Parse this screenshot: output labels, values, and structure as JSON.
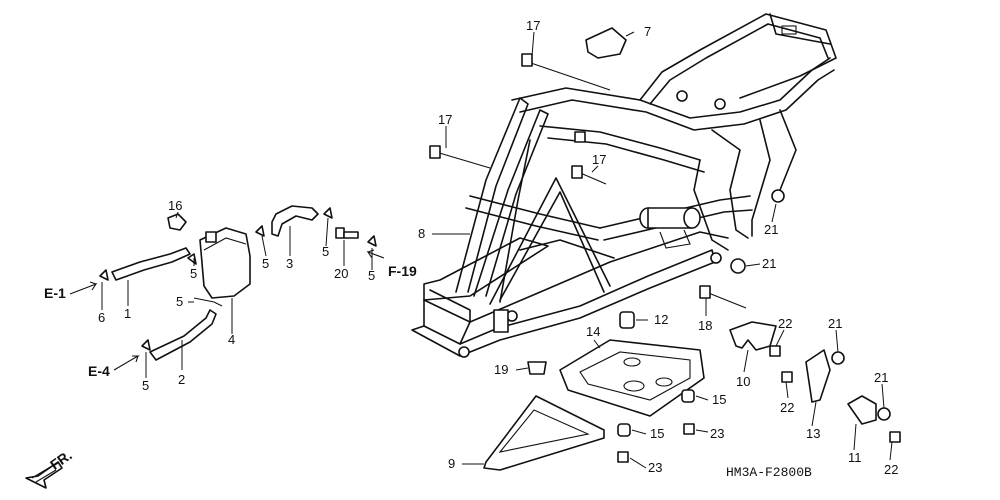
{
  "diagram": {
    "code": "HM3A-F2800B",
    "direction_label": "FR.",
    "refs": {
      "e1": "E-1",
      "e4": "E-4",
      "f19": "F-19"
    },
    "callouts": {
      "c1": "1",
      "c2": "2",
      "c3": "3",
      "c4": "4",
      "c5a": "5",
      "c5b": "5",
      "c5c": "5",
      "c5d": "5",
      "c5e": "5",
      "c5f": "5",
      "c6": "6",
      "c7": "7",
      "c8": "8",
      "c9": "9",
      "c10": "10",
      "c11": "11",
      "c12": "12",
      "c13": "13",
      "c14": "14",
      "c15a": "15",
      "c15b": "15",
      "c16": "16",
      "c17a": "17",
      "c17b": "17",
      "c17c": "17",
      "c18": "18",
      "c19": "19",
      "c20": "20",
      "c21a": "21",
      "c21b": "21",
      "c21c": "21",
      "c21d": "21",
      "c22a": "22",
      "c22b": "22",
      "c22c": "22",
      "c23a": "23",
      "c23b": "23"
    }
  }
}
